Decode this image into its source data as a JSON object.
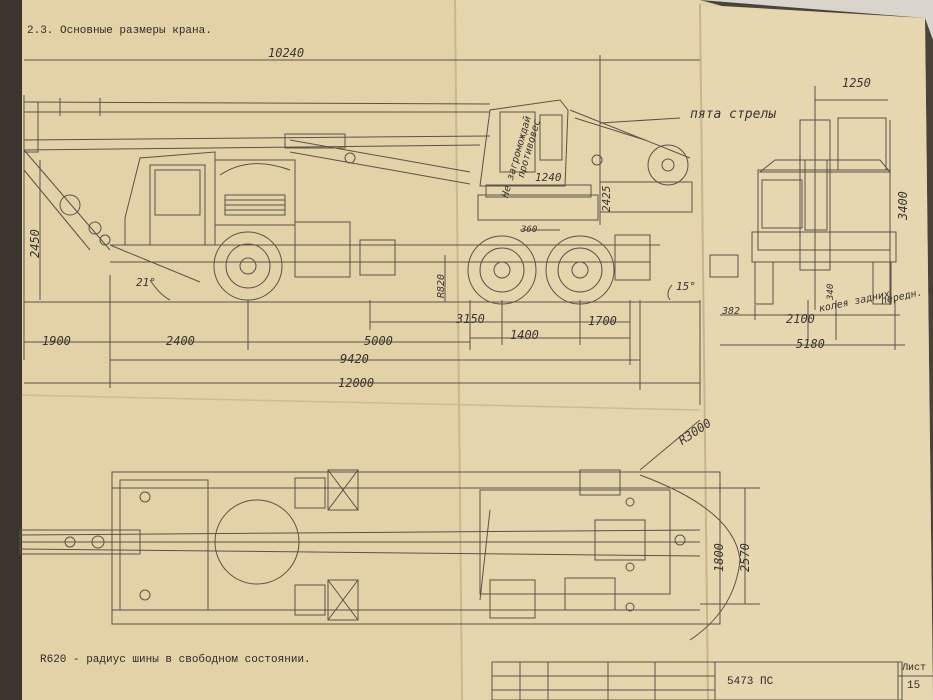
{
  "document": {
    "section_title": "2.3. Основные размеры крана.",
    "footnote": "R620 - радиус шины в свободном состоянии.",
    "title_block": {
      "sheet_code": "5473 ПС",
      "sheet_label": "Лист",
      "sheet_number": "15"
    }
  },
  "side_view": {
    "callout": "пята стрелы",
    "cab_stamp_line1": "Не загромождай",
    "cab_stamp_line2": "противовес",
    "dimensions": {
      "overall_boom": "10240",
      "cab_height": "2450",
      "turntable_width": "1240",
      "turntable_height": "2425",
      "small": "360",
      "angle_front": "21°",
      "angle_rear": "15°",
      "tire_radius": "R820",
      "rear_axle_span": "3150",
      "rear_overhang": "1700",
      "front_overhang": "1900",
      "front_axle": "2400",
      "wheelbase": "5000",
      "bogie": "1400",
      "chassis_length": "9420",
      "overall_length": "12000"
    }
  },
  "end_view": {
    "width_top": "1250",
    "height": "3400",
    "left_offset": "382",
    "track": "2100",
    "clearance": "340",
    "label_rear": "колея задних",
    "label_front": "передн. моста",
    "overall_width": "5180"
  },
  "plan_view": {
    "radius": "R3000",
    "outrigger_inner": "1800",
    "outrigger_outer": "2570"
  }
}
